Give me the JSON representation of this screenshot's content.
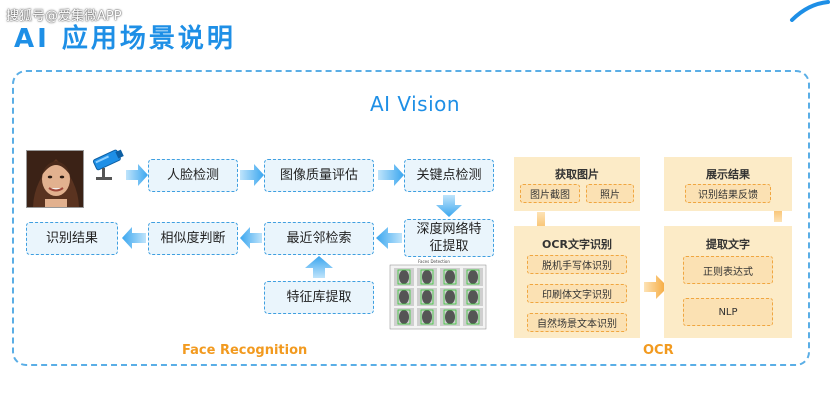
{
  "watermark": "搜狐号@爱集微APP",
  "page_title": "AI 应用场景说明",
  "frame_title": "AI Vision",
  "face_recognition": {
    "label": "Face Recognition",
    "nodes": {
      "face_detect": "人脸检测",
      "image_quality": "图像质量评估",
      "keypoint_detect": "关键点检测",
      "deep_feature": "深度网络特征提取",
      "nearest_search": "最近邻检索",
      "similarity": "相似度判断",
      "result": "识别结果",
      "feature_db": "特征库提取"
    },
    "dataset_image_title": "Faces Detection"
  },
  "ocr": {
    "label": "OCR",
    "get_image": {
      "title": "获取图片",
      "items": [
        "图片截图",
        "照片"
      ]
    },
    "ocr_recognize": {
      "title": "OCR文字识别",
      "items": [
        "脱机手写体识别",
        "印刷体文字识别",
        "自然场景文本识别"
      ]
    },
    "extract_text": {
      "title": "提取文字",
      "items": [
        "正则表达式",
        "NLP"
      ]
    },
    "show_result": {
      "title": "展示结果",
      "items": [
        "识别结果反馈"
      ]
    }
  },
  "colors": {
    "primary_blue": "#1e8fe6",
    "node_fill": "#eaf5fc",
    "ocr_panel": "#fcebc7",
    "ocr_orange": "#f29a1f"
  }
}
